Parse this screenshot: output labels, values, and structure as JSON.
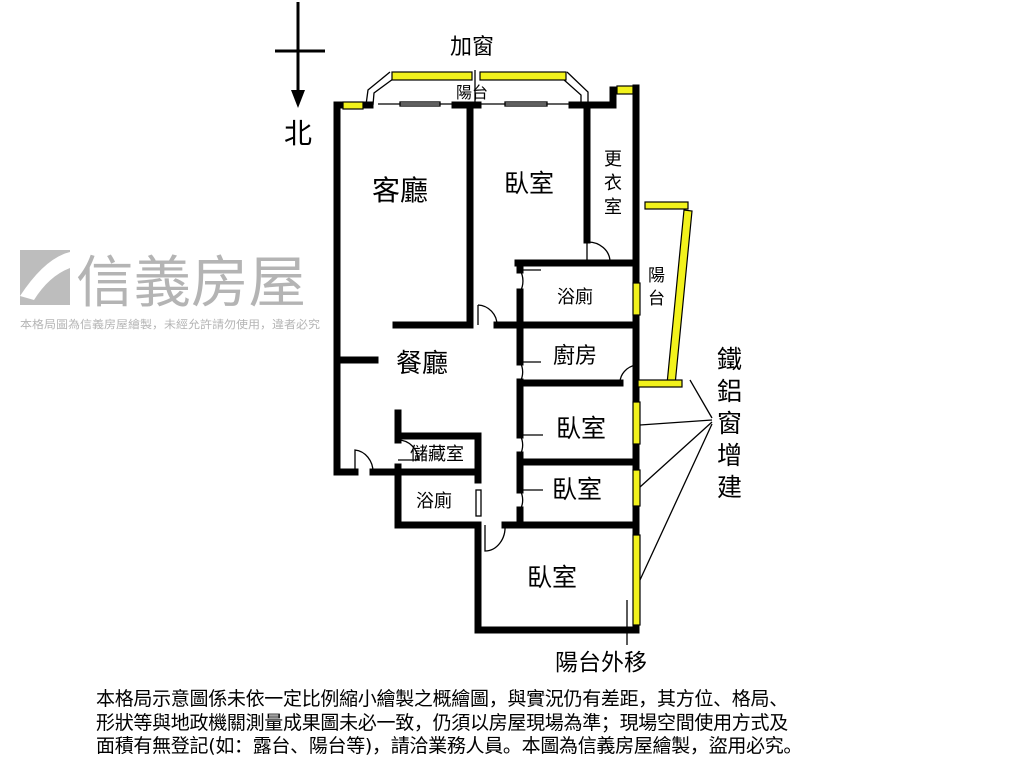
{
  "compass": {
    "north_label": "北"
  },
  "rooms": {
    "bay_window": "加窗",
    "top_balcony": "陽台",
    "living_room": "客廳",
    "master_bedroom": "臥室",
    "walk_in_closet": "更衣室",
    "side_balcony": "陽台",
    "bathroom_1": "浴廁",
    "dining_room": "餐廳",
    "kitchen": "廚房",
    "bedroom_2": "臥室",
    "storage": "儲藏室",
    "bathroom_2": "浴廁",
    "bedroom_3": "臥室",
    "bedroom_4": "臥室"
  },
  "annotations": {
    "aluminum_windows": "鐵鋁窗增建",
    "balcony_moved": "陽台外移"
  },
  "watermark": {
    "brand": "信義房屋",
    "notice": "本格局圖為信義房屋繪製，未經允許請勿使用，違者必究"
  },
  "disclaimer": [
    "本格局示意圖係未依一定比例縮小繪製之概繪圖，與實況仍有差距，其方位、格局、",
    "形狀等與地政機關測量成果圖未必一致，仍須以房屋現場為準；現場空間使用方式及",
    "面積有無登記(如：露台、陽台等)，請洽業務人員。本圖為信義房屋繪製，盜用必究。"
  ],
  "colors": {
    "window": "#f2f21c",
    "wall": "#000000",
    "watermark": "#8c8c8c"
  }
}
